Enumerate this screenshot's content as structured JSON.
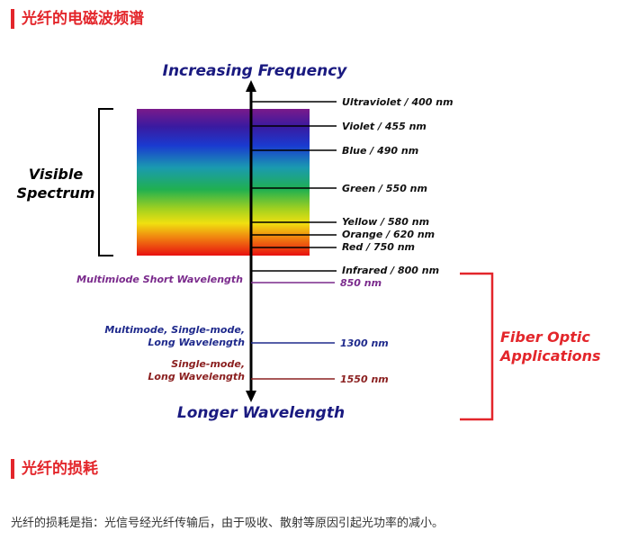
{
  "section1": {
    "title": "光纤的电磁波频谱"
  },
  "section2": {
    "title": "光纤的损耗"
  },
  "paragraph": "光纤的损耗是指：光信号经光纤传输后，由于吸收、散射等原因引起光功率的减小。",
  "diagram": {
    "top_label": "Increasing Frequency",
    "bottom_label": "Longer Wavelength",
    "visible_label_1": "Visible",
    "visible_label_2": "Spectrum",
    "fiber_label_1": "Fiber Optic",
    "fiber_label_2": "Applications",
    "wavelengths": {
      "ultraviolet": "Ultraviolet / 400 nm",
      "violet": "Violet / 455 nm",
      "blue": "Blue / 490 nm",
      "green": "Green / 550 nm",
      "yellow": "Yellow / 580 nm",
      "orange": "Orange / 620 nm",
      "red": "Red /  750 nm",
      "infrared": "Infrared / 800 nm"
    },
    "applications": {
      "mm_short_label": "Multimiode Short Wavelength",
      "mm_short_value": "850 nm",
      "mm_sm_long_label_1": "Multimode, Single-mode,",
      "mm_sm_long_label_2": "Long Wavelength",
      "mm_sm_long_value": "1300 nm",
      "sm_long_label_1": "Single-mode,",
      "sm_long_label_2": "Long Wavelength",
      "sm_long_value": "1550 nm"
    },
    "colors": {
      "title_blue": "#1a1a80",
      "accent_red": "#e3262b",
      "purple": "#7a2a8c",
      "blue": "#1f2a8c",
      "maroon": "#8b2020"
    }
  }
}
